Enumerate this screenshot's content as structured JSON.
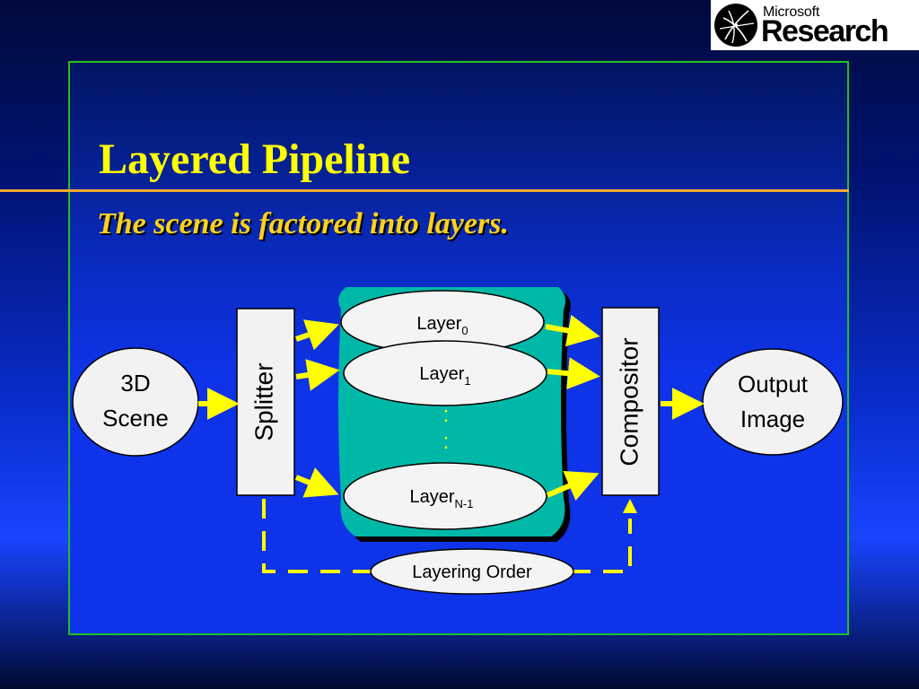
{
  "slide": {
    "title": "Layered Pipeline",
    "subtitle": "The scene is factored into layers."
  },
  "logo": {
    "small_text": "Microsoft",
    "big_text": "Research"
  },
  "diagram": {
    "input": {
      "line1": "3D",
      "line2": "Scene"
    },
    "splitter": "Splitter",
    "layers": [
      {
        "base": "Layer",
        "sub": "0"
      },
      {
        "base": "Layer",
        "sub": "1"
      },
      {
        "base": "Layer",
        "sub": "N-1"
      }
    ],
    "ellipsis": ":",
    "compositor": "Compositor",
    "output": {
      "line1": "Output",
      "line2": "Image"
    },
    "layering_order": "Layering Order"
  },
  "colors": {
    "accent_yellow": "#ffff00",
    "subtitle_gold": "#ffd21a",
    "rule_orange": "#f0a830",
    "frame_green": "#22c020",
    "teal_container": "#00b8a8"
  }
}
